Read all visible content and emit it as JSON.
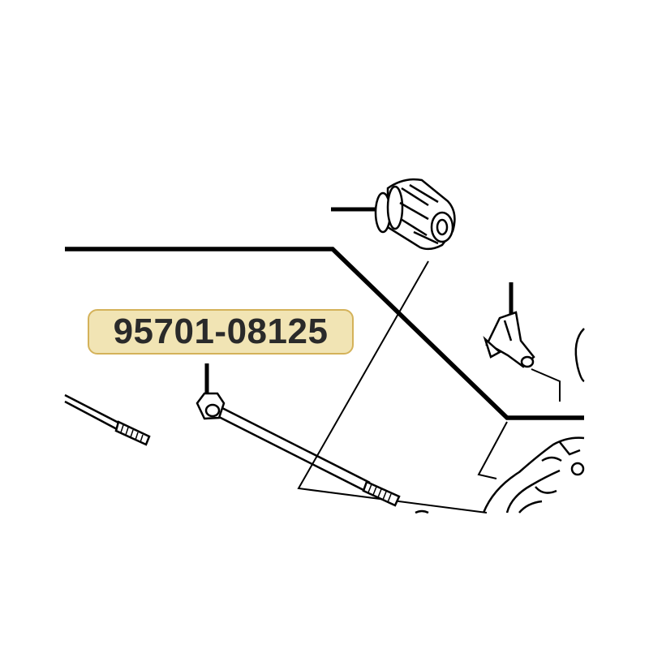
{
  "diagram": {
    "part_number_label": "95701-08125",
    "label_colors": {
      "fill": "#f1e4b4",
      "border": "#d4b25a",
      "text": "#2a2a2a"
    },
    "line_color": "#000000",
    "parts": [
      "bushing-part",
      "bolt-part",
      "stud-bolt-part",
      "nozzle-fitting-part",
      "housing-part"
    ]
  }
}
